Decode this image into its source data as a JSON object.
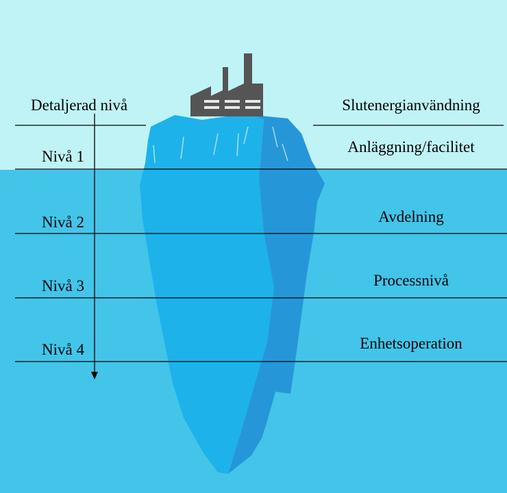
{
  "diagram": {
    "colors": {
      "sky": "#bff3f5",
      "water": "#43c4e9",
      "ice_light": "#1eb2ea",
      "ice_dark": "#2597d9",
      "factory": "#555555"
    },
    "left_axis": {
      "title": "Detaljerad nivå",
      "levels": [
        "Nivå 1",
        "Nivå 2",
        "Nivå 3",
        "Nivå 4"
      ]
    },
    "right_labels": {
      "top": "Slutenergianvändning",
      "levels": [
        "Anläggning/facilitet",
        "Avdelning",
        "Processnivå",
        "Enhetsoperation"
      ]
    },
    "icons": {
      "factory": "factory-icon",
      "iceberg": "iceberg-shape"
    }
  }
}
